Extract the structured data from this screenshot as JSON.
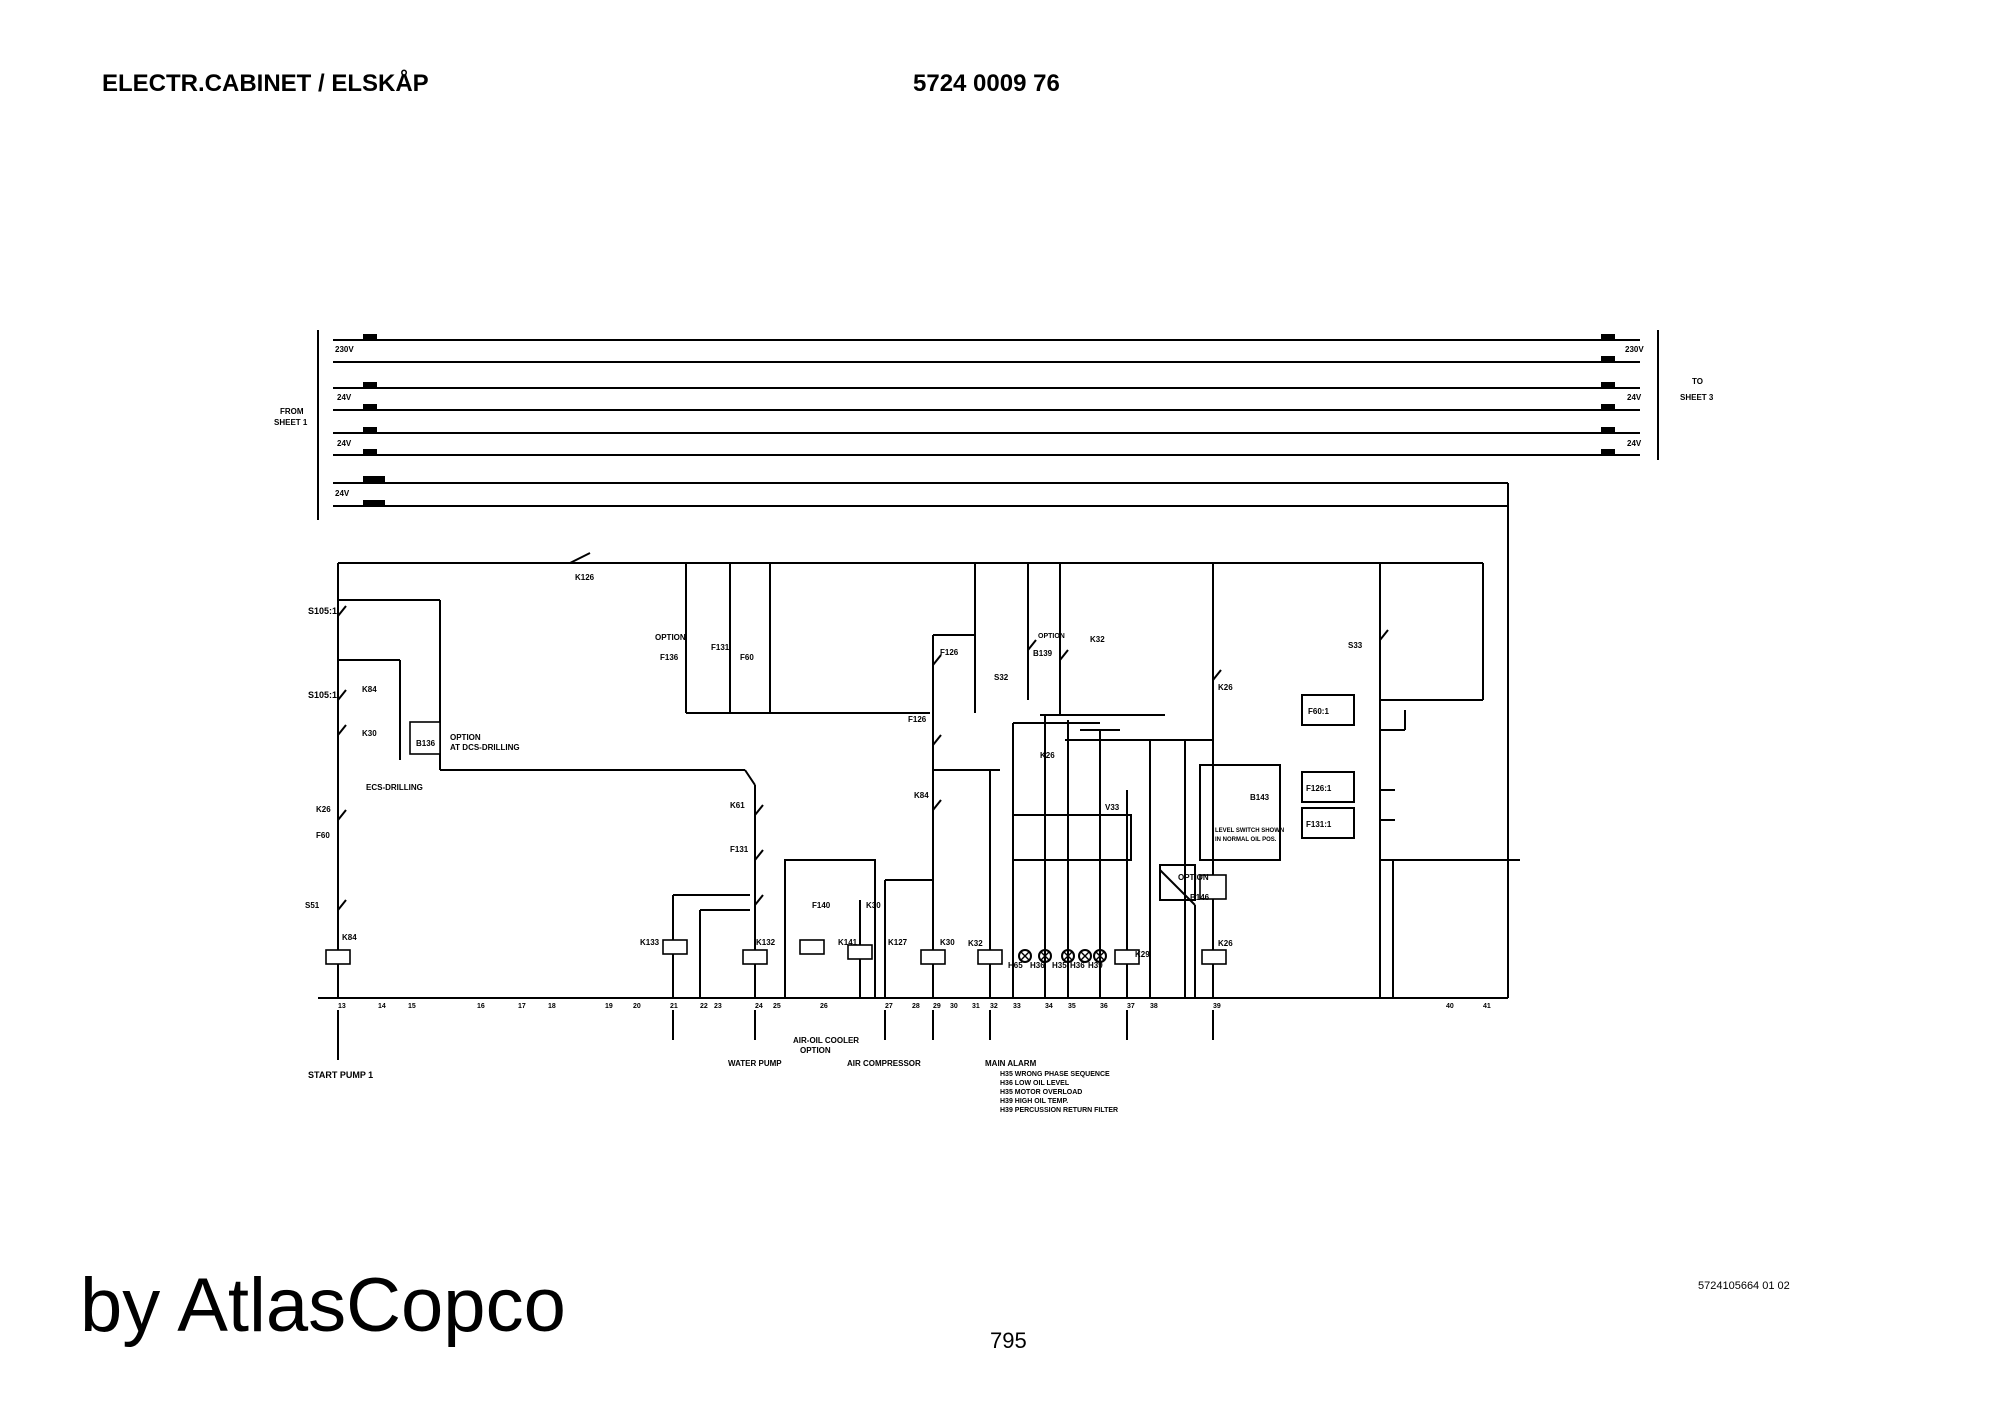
{
  "header": {
    "title": "ELECTR.CABINET / ELSKÅP",
    "part_number": "5724 0009 76"
  },
  "footer": {
    "brand": "by AtlasCopco",
    "page_number": "795",
    "doc_ref": "5724105664 01 02"
  },
  "schematic": {
    "from_sheet": [
      "FROM",
      "SHEET 1"
    ],
    "to_sheet": [
      "TO",
      "SHEET 3"
    ],
    "bus_voltages_left": [
      "230V",
      "24V",
      "24V",
      "24V"
    ],
    "bus_voltages_right": [
      "230V",
      "24V",
      "24V"
    ],
    "components": [
      "S105:1",
      "S105:1",
      "K84",
      "K30",
      "B136",
      "K26",
      "F60",
      "S51",
      "K84",
      "K126",
      "F136",
      "F131",
      "F60",
      "K61",
      "F131",
      "K133",
      "K132",
      "F140",
      "K141",
      "K30",
      "K127",
      "K30",
      "F126",
      "F126",
      "K84",
      "B139",
      "S32",
      "K32",
      "K26",
      "V33",
      "K32",
      "H65",
      "H36",
      "H35",
      "H36",
      "H39",
      "K29",
      "K26",
      "B143",
      "B146",
      "K26",
      "S33",
      "F60:1",
      "F126:1",
      "F131:1"
    ],
    "labels": {
      "option_1": "OPTION",
      "option_dcs": [
        "OPTION",
        "AT DCS-DRILLING"
      ],
      "ecs_drilling": "ECS-DRILLING",
      "option_2": "OPTION",
      "option_3": "OPTION",
      "level_switch": [
        "LEVEL SWITCH SHOWN",
        "IN NORMAL OIL POS."
      ],
      "start_pump": "START PUMP 1",
      "water_pump": "WATER PUMP",
      "air_oil_cooler": [
        "AIR-OIL COOLER",
        "OPTION"
      ],
      "air_compressor": "AIR COMPRESSOR",
      "main_alarm": [
        "MAIN ALARM",
        "H35 WRONG PHASE SEQUENCE",
        "H36 LOW OIL LEVEL",
        "H35 MOTOR OVERLOAD",
        "H39 HIGH OIL TEMP.",
        "H39 PERCUSSION RETURN FILTER"
      ]
    },
    "bottom_numbers": [
      "13",
      "14",
      "15",
      "16",
      "17",
      "18",
      "19",
      "20",
      "21",
      "22",
      "23",
      "24",
      "25",
      "26",
      "27",
      "28",
      "29",
      "30",
      "31",
      "32",
      "33",
      "34",
      "35",
      "36",
      "37",
      "38",
      "39",
      "40",
      "41"
    ]
  }
}
